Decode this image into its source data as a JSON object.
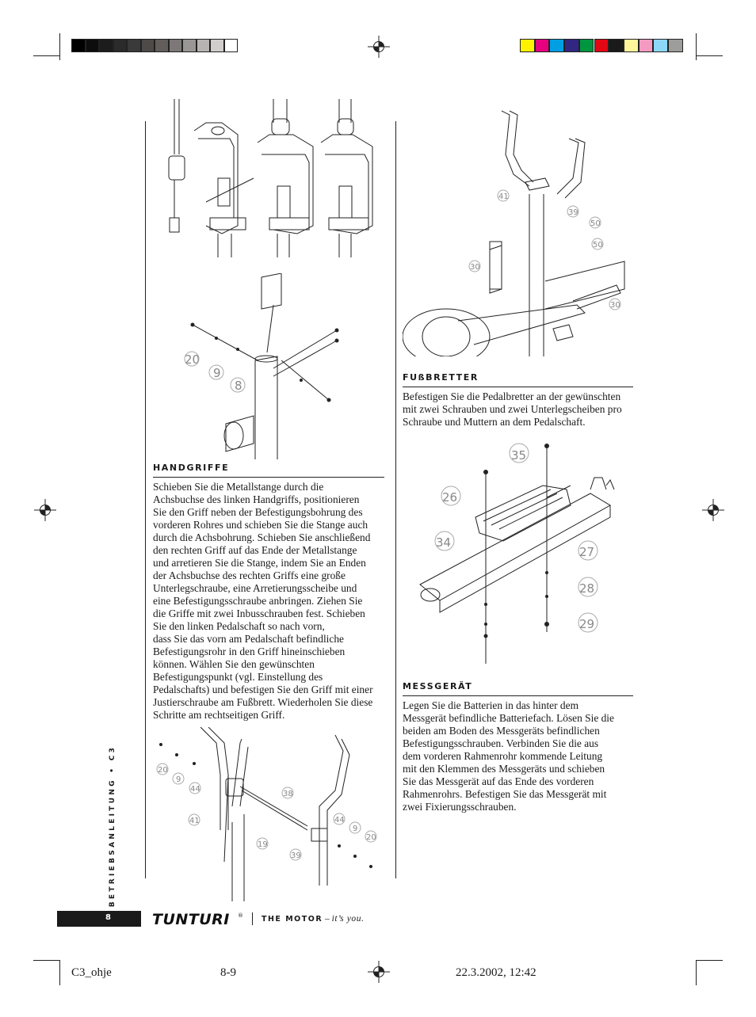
{
  "colors": {
    "grayscale_bar": [
      "#000000",
      "#0d0d0d",
      "#1c1c1c",
      "#2b2b2b",
      "#3a3a3a",
      "#4e4a48",
      "#625e5c",
      "#7d7877",
      "#9a9695",
      "#b7b3b2",
      "#d0cdcc",
      "#ffffff"
    ],
    "color_bar": [
      "#fff200",
      "#e6007e",
      "#009fe3",
      "#312783",
      "#00963f",
      "#e30613",
      "#1a1a1a",
      "#fff59b",
      "#f49ac1",
      "#8dd8f8",
      "#9d9d9c"
    ]
  },
  "sections": {
    "handgriffe": {
      "title": "HANDGRIFFE",
      "text": "Schieben Sie die Metallstange durch die\nAchsbuchse des linken Handgriffs, positionieren\nSie den Griff neben der Befestigungsbohrung des\nvorderen Rohres und schieben Sie die Stange auch\ndurch die Achsbohrung. Schieben Sie anschließend\nden rechten Griff auf das Ende der Metallstange\nund arretieren Sie die Stange, indem Sie an Enden\nder Achsbuchse des rechten Griffs eine große\nUnterlegschraube, eine Arretierungsscheibe und\neine Befestigungsschraube anbringen. Ziehen Sie\ndie Griffe mit zwei Inbusschrauben fest. Schieben\nSie den linken Pedalschaft so nach vorn,\ndass Sie das vorn am Pedalschaft befindliche\nBefestigungsrohr in den Griff hineinschieben\nkönnen. Wählen Sie den gewünschten\nBefestigungspunkt (vgl. Einstellung des\nPedalschafts) und befestigen Sie den Griff mit einer\nJustierschraube am Fußbrett. Wiederholen Sie diese\nSchritte am rechtseitigen Griff."
    },
    "fussbretter": {
      "title": "FUßBRETTER",
      "text": "Befestigen Sie die Pedalbretter an der gewünschten\nmit zwei Schrauben und zwei Unterlegscheiben pro\nSchraube und Muttern an dem Pedalschaft."
    },
    "messgeraet": {
      "title": "MESSGERÄT",
      "text": "Legen Sie die Batterien in das hinter dem\nMessgerät befindliche Batteriefach. Lösen Sie die\nbeiden am Boden des Messgeräts befindlichen\nBefestigungsschrauben. Verbinden Sie die aus\ndem vorderen Rahmenrohr kommende Leitung\nmit den Klemmen des Messgeräts und schieben\nSie das Messgerät auf das Ende des vorderen\nRahmenrohrs. Befestigen Sie das Messgerät mit\nzwei Fixierungsschrauben."
    }
  },
  "figures": {
    "handlebar_callouts": [
      "20",
      "9",
      "8"
    ],
    "grip_callouts": [
      "20",
      "9",
      "44",
      "41",
      "38",
      "19",
      "39",
      "44",
      "9",
      "20"
    ],
    "frame_callouts": [
      "41",
      "39",
      "50",
      "50",
      "30",
      "30"
    ],
    "pedal_callouts": [
      "35",
      "26",
      "34",
      "27",
      "28",
      "29"
    ]
  },
  "sidebar": {
    "label": "BETRIEBSANLEITUNG • C3"
  },
  "footer": {
    "page_number": "8",
    "brand": "TUNTURI",
    "registered": "®",
    "motor": "THE MOTOR",
    "dash": "–",
    "slogan_tail": "it’s you."
  },
  "print_slug": {
    "file": "C3_ohje",
    "pages": "8-9",
    "datetime": "22.3.2002, 12:42"
  }
}
